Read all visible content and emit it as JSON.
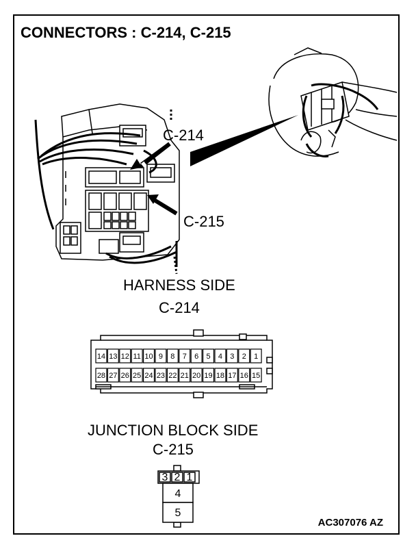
{
  "title": "CONNECTORS : C-214, C-215",
  "illustration": {
    "callout_c214": "C-214",
    "callout_c215": "C-215"
  },
  "c214": {
    "side_label": "HARNESS SIDE",
    "connector_label": "C-214",
    "top_row": [
      "14",
      "13",
      "12",
      "11",
      "10",
      "9",
      "8",
      "7",
      "6",
      "5",
      "4",
      "3",
      "2",
      "1"
    ],
    "bottom_row": [
      "28",
      "27",
      "26",
      "25",
      "24",
      "23",
      "22",
      "21",
      "20",
      "19",
      "18",
      "17",
      "16",
      "15"
    ]
  },
  "c215": {
    "side_label": "JUNCTION BLOCK SIDE",
    "connector_label": "C-215",
    "top_row": [
      "3",
      "2",
      "1"
    ],
    "middle": "4",
    "bottom": "5"
  },
  "figure_code": "AC307076 AZ"
}
